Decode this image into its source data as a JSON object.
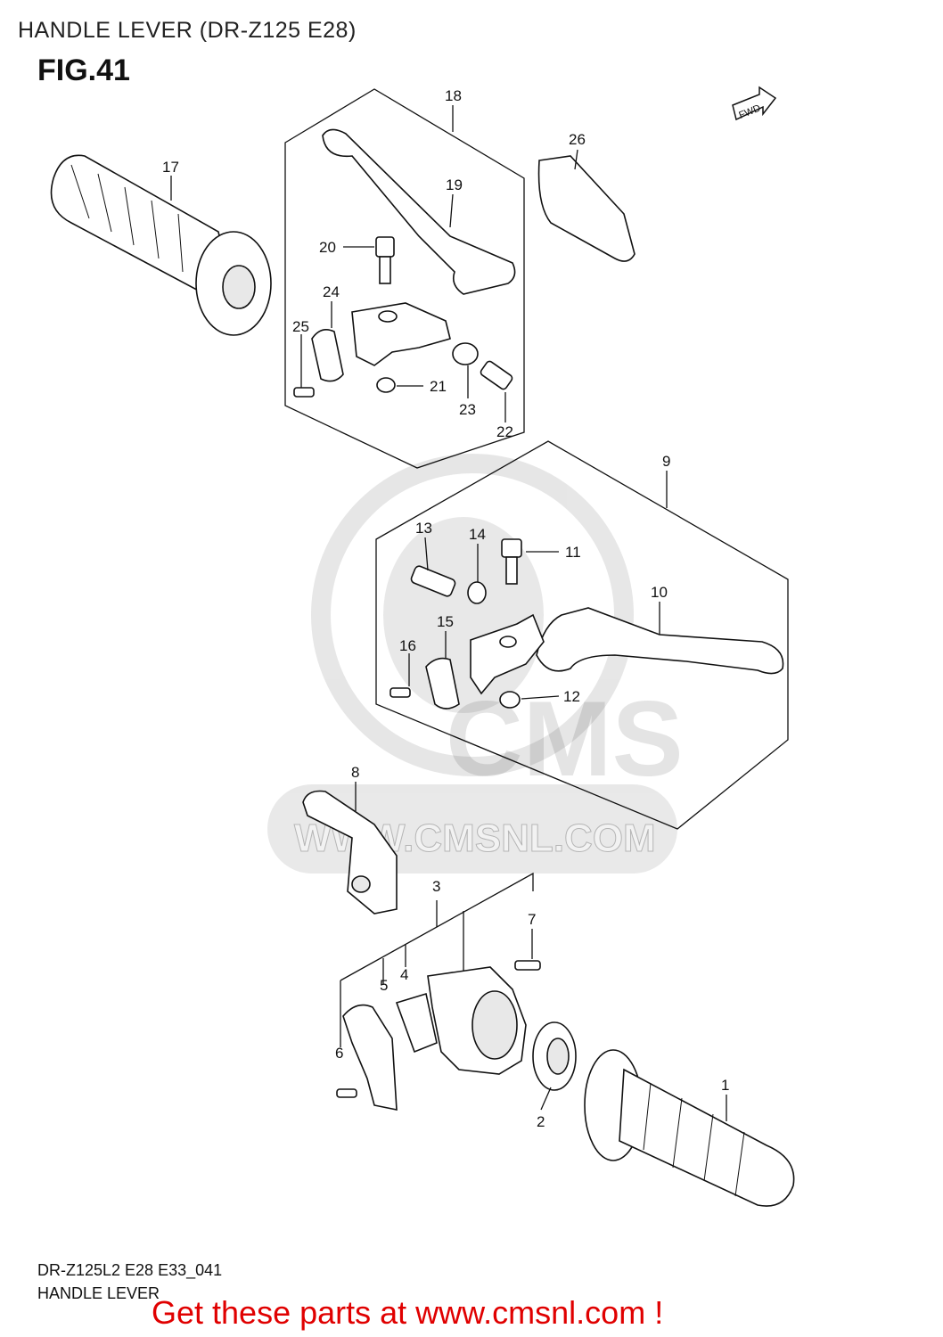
{
  "header": {
    "title": "HANDLE LEVER (DR-Z125 E28)",
    "figure": "FIG.41"
  },
  "fwd_label": "FWD",
  "watermark": {
    "text": "CMS",
    "url": "WWW.CMSNL.COM"
  },
  "callouts": {
    "c1": "1",
    "c2": "2",
    "c3": "3",
    "c4": "4",
    "c5": "5",
    "c6": "6",
    "c7": "7",
    "c8": "8",
    "c9": "9",
    "c10": "10",
    "c11": "11",
    "c12": "12",
    "c13": "13",
    "c14": "14",
    "c15": "15",
    "c16": "16",
    "c17": "17",
    "c18": "18",
    "c19": "19",
    "c20": "20",
    "c21": "21",
    "c22": "22",
    "c23": "23",
    "c24": "24",
    "c25": "25",
    "c26": "26"
  },
  "footer": {
    "code": "DR-Z125L2  E28  E33_041",
    "subtitle": "HANDLE LEVER",
    "promo": "Get these parts at www.cmsnl.com !"
  }
}
